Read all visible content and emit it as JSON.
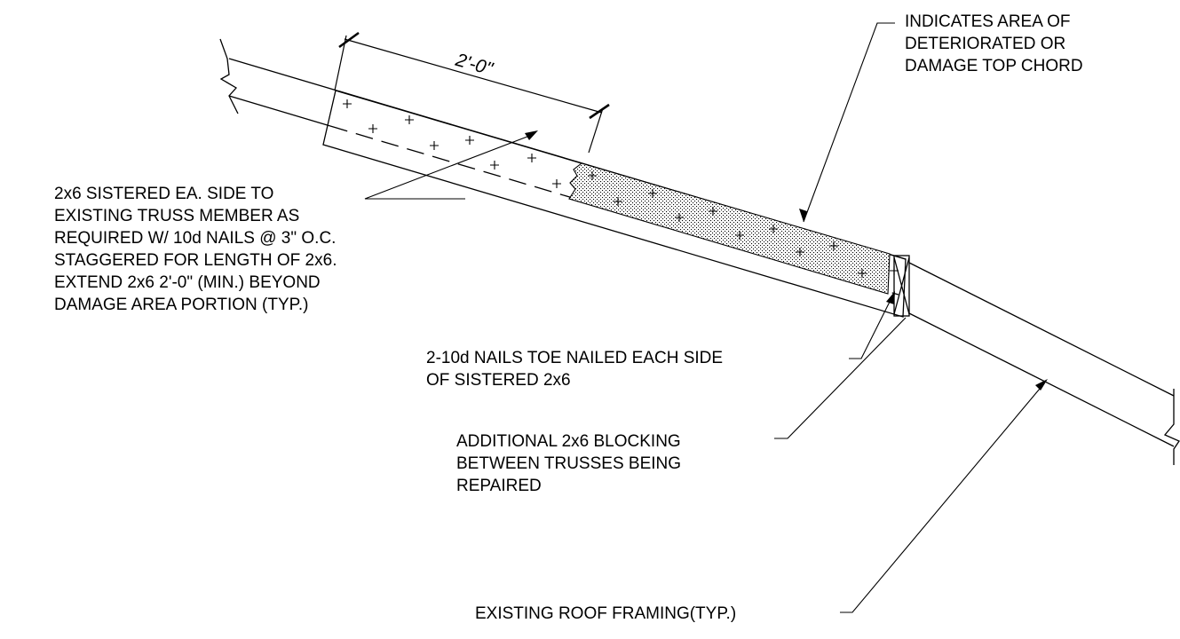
{
  "dimension": {
    "label": "2'-0\""
  },
  "notes": {
    "deteriorated": [
      "INDICATES AREA OF",
      "DETERIORATED OR",
      "DAMAGE TOP CHORD"
    ],
    "sistered": [
      "2x6 SISTERED EA. SIDE TO",
      "EXISTING TRUSS MEMBER AS",
      "REQUIRED W/ 10d NAILS @ 3\" O.C.",
      "STAGGERED FOR LENGTH OF 2x6.",
      "EXTEND 2x6 2'-0\" (MIN.) BEYOND",
      "DAMAGE AREA PORTION (TYP.)"
    ],
    "toe_nailed": [
      "2-10d NAILS TOE NAILED EACH SIDE",
      "OF SISTERED 2x6"
    ],
    "blocking": [
      "ADDITIONAL 2x6 BLOCKING",
      "BETWEEN TRUSSES BEING",
      "REPAIRED"
    ],
    "roof_framing": [
      "EXISTING ROOF FRAMING(TYP.)"
    ]
  }
}
